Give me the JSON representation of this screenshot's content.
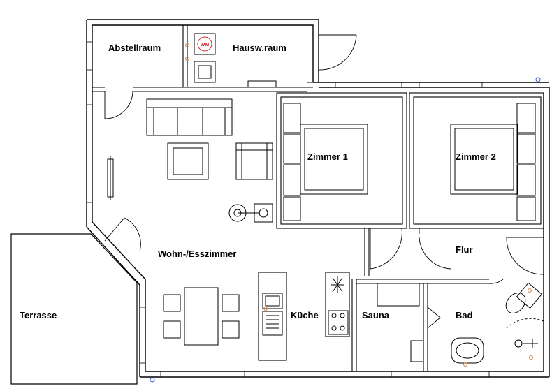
{
  "rooms": {
    "abstellraum": "Abstellraum",
    "hauswirtschaftsraum": "Hausw.raum",
    "zimmer1": "Zimmer 1",
    "zimmer2": "Zimmer 2",
    "wohn_esszimmer": "Wohn-/Esszimmer",
    "flur": "Flur",
    "terrasse": "Terrasse",
    "kueche": "Küche",
    "sauna": "Sauna",
    "bad": "Bad"
  },
  "appliance_labels": {
    "washing_machine": "WM"
  },
  "icons": {
    "washing_machine": "washing-machine-icon",
    "stove": "stove-icon",
    "sink": "sink-icon",
    "toilet": "toilet-icon",
    "shower": "shower-icon"
  },
  "colors": {
    "wall": "#000000",
    "wm_accent": "#cc2222",
    "marker": "#d08040",
    "blue_marker": "#3355cc"
  }
}
